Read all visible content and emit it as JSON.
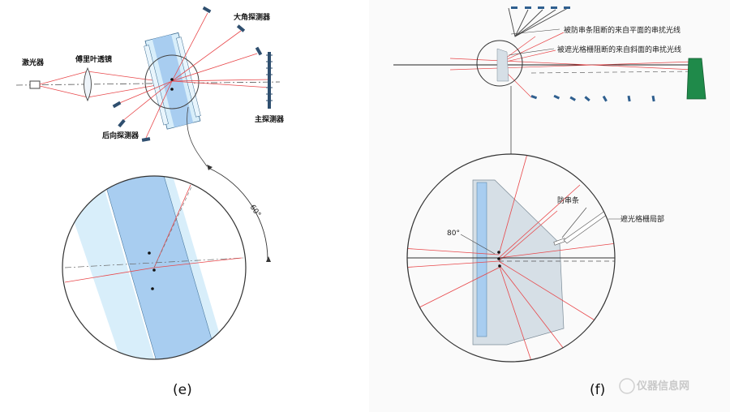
{
  "panel_e": {
    "caption": "(e)",
    "labels": {
      "laser": "激光器",
      "lens": "傅里叶透镜",
      "wide_detector": "大角探测器",
      "main_detector": "主探测器",
      "back_detector": "后向探测器",
      "angle": "60°"
    }
  },
  "panel_f": {
    "caption": "(f)",
    "labels": {
      "flat_stray": "被防串条阻断的来自平面的串扰光线",
      "grating_stray": "被遮光格栅阻断的来自斜面的串扰光线",
      "anti_crosstalk": "防串条",
      "grating_part": "遮光格栅局部",
      "angle": "80°"
    }
  },
  "watermark": "仪器信息网",
  "colors": {
    "ray": "#e8474a",
    "cell_light": "#d8eefa",
    "cell_dark": "#a8cdf0",
    "line": "#333333"
  }
}
